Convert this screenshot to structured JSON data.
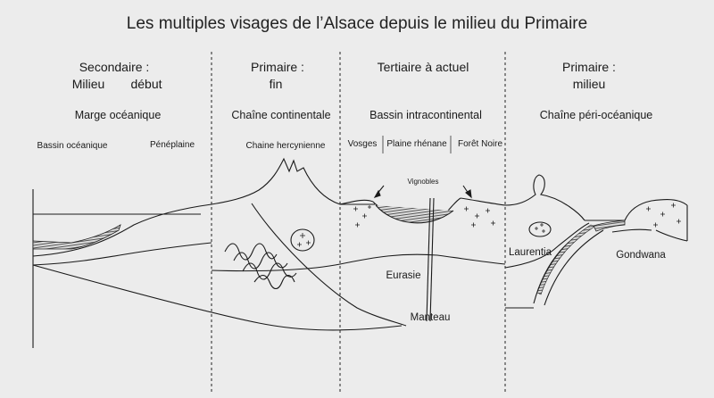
{
  "title": "Les multiples visages de l’Alsace depuis le milieu du Primaire",
  "panels": [
    {
      "heading_line1": "Secondaire :",
      "heading_line2a": "Milieu",
      "heading_line2b": "début",
      "setting": "Marge océanique",
      "sub_left": "Bassin océanique",
      "sub_right": "Pénéplaine"
    },
    {
      "heading_line1": "Primaire :",
      "heading_line2": "fin",
      "setting": "Chaîne continentale",
      "sub": "Chaine hercynienne"
    },
    {
      "heading_line1": "Tertiaire à actuel",
      "setting": "Bassin intracontinental",
      "sub_a": "Vosges",
      "sub_b": "Plaine rhénane",
      "sub_c": "Forêt Noire",
      "annotation": "Vignobles"
    },
    {
      "heading_line1": "Primaire :",
      "heading_line2": "milieu",
      "setting": "Chaîne péri-océanique"
    }
  ],
  "labels": {
    "eurasie": "Eurasie",
    "manteau": "Manteau",
    "laurentia": "Laurentia",
    "gondwana": "Gondwana"
  }
}
